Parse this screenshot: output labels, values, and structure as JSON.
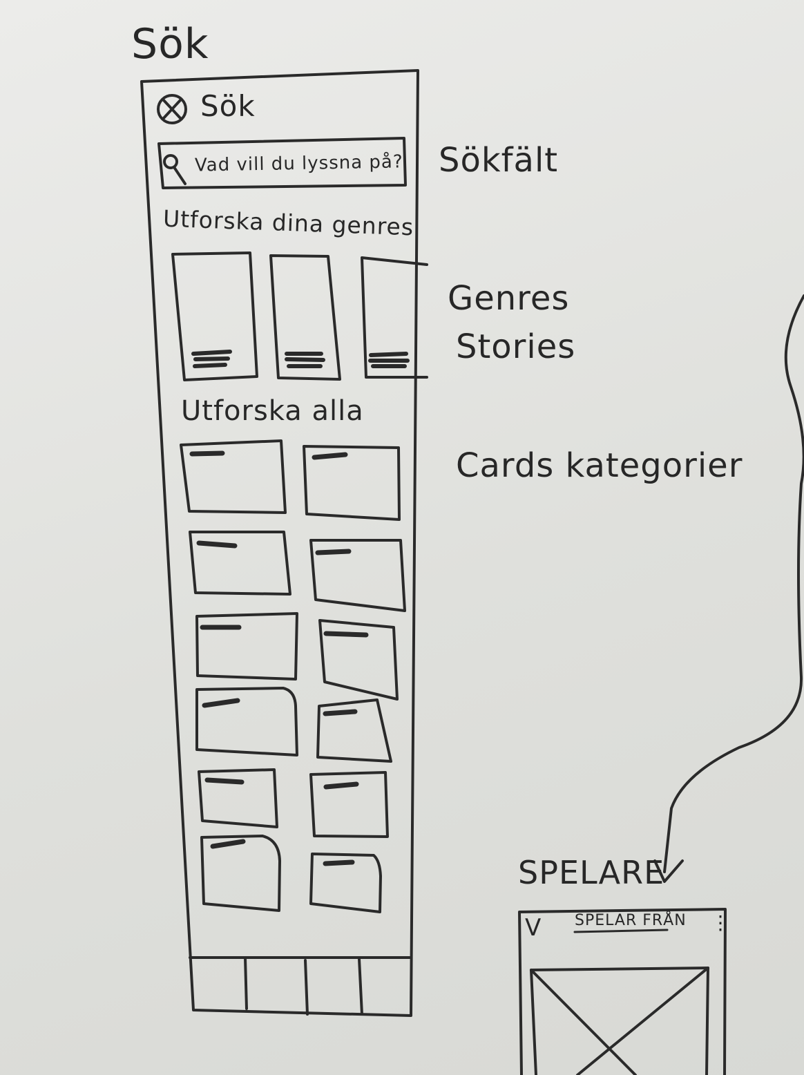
{
  "board_title": "Sök",
  "screen": {
    "title": "Sök",
    "search_placeholder": "Vad vill du lyssna på?",
    "genres_heading": "Utforska dina genres",
    "alla_heading": "Utforska alla"
  },
  "annotations": {
    "sokfalt": "Sökfält",
    "genres": "Genres",
    "stories": "Stories",
    "cards": "Cards kategorier"
  },
  "player": {
    "title": "SPELARE",
    "header_text": "SPELAR FRÅN",
    "chevron": "V",
    "menu": "⋮"
  },
  "icons": {
    "close": "close-icon",
    "search": "search-icon",
    "image_placeholder": "image-placeholder-icon"
  },
  "colors": {
    "board": "#e3e4e0",
    "marker": "#272727"
  }
}
